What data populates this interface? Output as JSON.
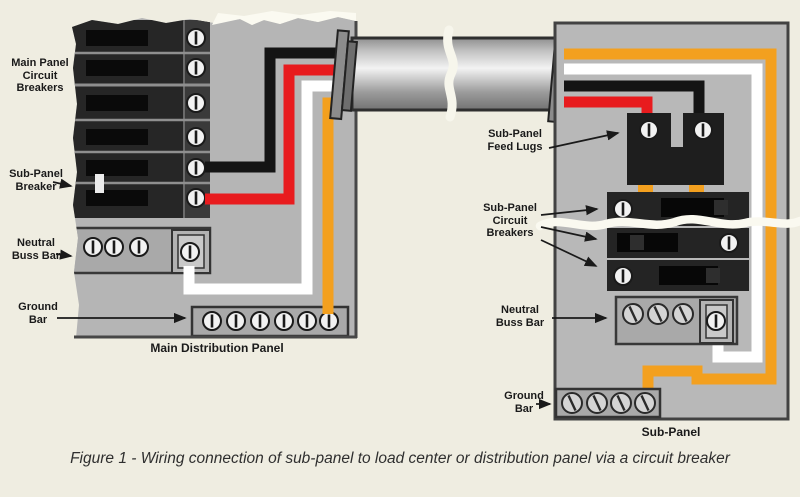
{
  "figure": {
    "caption": "Figure 1 - Wiring connection of sub-panel to load center or distribution panel via a circuit breaker"
  },
  "main_panel": {
    "title": "Main Distribution Panel",
    "labels": {
      "breakers": "Main Panel\nCircuit\nBreakers",
      "sub_breaker": "Sub-Panel\nBreaker",
      "neutral": "Neutral\nBuss Bar",
      "ground": "Ground\nBar"
    }
  },
  "sub_panel": {
    "title": "Sub-Panel",
    "labels": {
      "feed_lugs": "Sub-Panel\nFeed Lugs",
      "breakers": "Sub-Panel\nCircuit\nBreakers",
      "neutral": "Neutral\nBuss Bar",
      "ground": "Ground\nBar"
    }
  },
  "wires": {
    "hot_black": "#141414",
    "hot_red": "#e81b1e",
    "neutral_white": "#ffffff",
    "ground_orange": "#f3a01f"
  },
  "colors": {
    "background": "#efede1",
    "panel_gray": "#b7b7b7",
    "breaker_dark": "#242424",
    "conduit_metal": "#d9d9d9"
  }
}
